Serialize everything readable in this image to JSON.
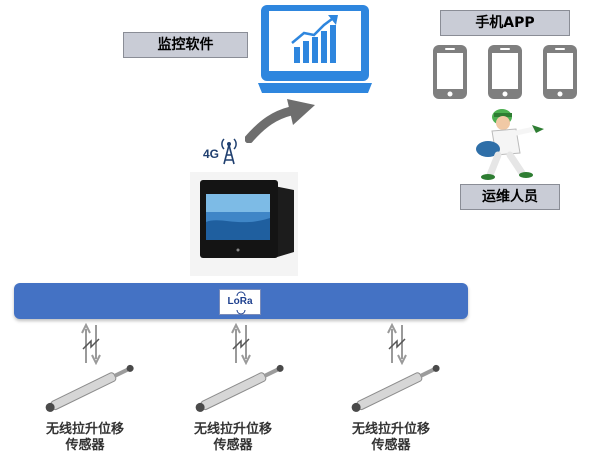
{
  "software": {
    "label": "监控软件"
  },
  "app": {
    "label": "手机APP"
  },
  "staff": {
    "label": "运维人员"
  },
  "signal": {
    "label": "4G"
  },
  "bus": {
    "label": "LoRa"
  },
  "sensors": [
    {
      "line1": "无线拉升位移",
      "line2": "传感器"
    },
    {
      "line1": "无线拉升位移",
      "line2": "传感器"
    },
    {
      "line1": "无线拉升位移",
      "line2": "传感器"
    }
  ],
  "colors": {
    "monitor": "#2e86de",
    "bus": "#4472c4",
    "phone": "#7f7f7f",
    "tag_bg": "#c9ccd6"
  }
}
